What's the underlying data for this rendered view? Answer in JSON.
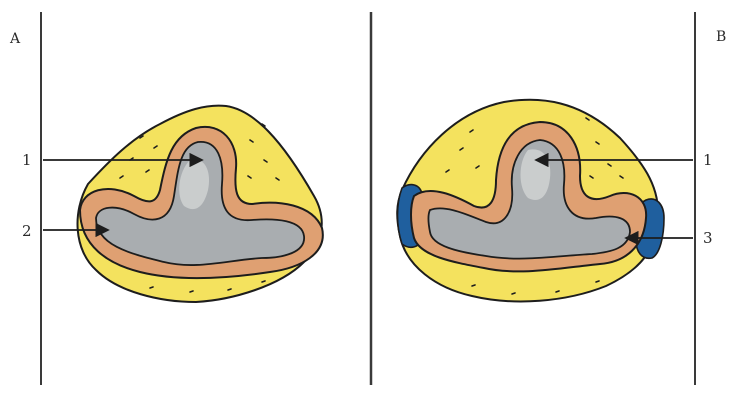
{
  "panels": [
    {
      "letter": "A",
      "callouts": [
        "1",
        "2"
      ]
    },
    {
      "letter": "B",
      "callouts": [
        "1",
        "3"
      ]
    }
  ],
  "colors": {
    "outer_fill": "#f4e25e",
    "band_fill": "#dfa072",
    "band_core": "#c97a4f",
    "lumen_fill": "#a9adb0",
    "lumen_light": "#d2d4d4",
    "accent_blue": "#1f5f9e",
    "ink": "#1d1d1d",
    "divider": "#3a3a3a"
  }
}
